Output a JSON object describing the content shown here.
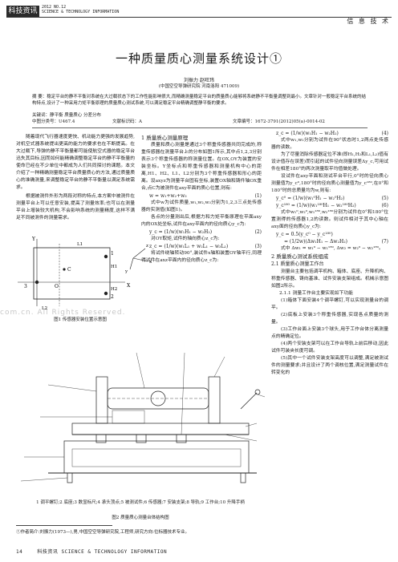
{
  "header": {
    "journal_box": "科技资讯",
    "issue_line1": "2012 NO.12",
    "issue_line2": "SCIENCE & TECHNOLOGY INFORMATION",
    "section": "信 息 技 术"
  },
  "title": "一种质量质心测量系统设计①",
  "authors": "刘振力  赵旺玮",
  "affiliation": "(中国空空导弹研究院  河南洛阳  471009)",
  "abstract": "摘  要：稳定平台的静不平衡对系统在大过载状态下的工作性能影响很大,而精确测量稳定平台的质量质心能够将系统静不平衡量调整到最小。文章针对一般稳定平台系统的结构特点,设计了一种采用力矩平衡原理的质量质心测试系统,可以满足稳定平台精确调整静平衡的要求。",
  "keywords": "关键词：静平衡  质量质心  分差分布",
  "classification": "中图分类号：U467.4",
  "doc_code": "文献标识码：A",
  "article_no": "文章编号：1672-3791(2012)05(a)-0014-02",
  "left_col": {
    "para1": "随着现代飞行器速度更快、机动能力更强的发展趋势,对机空式器系统提出更高的能力的要求也在不断提高。在大过载下,导弹的静不平衡量都可能使航空式器的稳定平台迅失其目标,因而如何能精确调整稳定平台的静不平衡量的使命已经在不少单位中都成为人们共同探讨的课题。本文介绍了一种精确测量稳定平台质量质心的方法,通过质量质心的准确测量,来调整稳定平台的静不平衡量以满足系统需求。",
    "para2": "根据被测件外形为两段对称的特点,本方案中被测件在测量平台上可以任意安装,提高了测量效率;也可以在测量平台上增装较大机构,不会影响系统的测量精度,这样不满足不同被测件的测量需求。"
  },
  "fig1": {
    "caption": "图1    传感器安装位置示意图",
    "labels": {
      "Y": "Y",
      "X": "X",
      "n1": "1",
      "n2": "2",
      "n3": "3",
      "O": "O",
      "C": "C",
      "H1": "H1",
      "H2": "H2",
      "L1": "L1",
      "L2": "L2",
      "z": "z",
      "x": "x",
      "y": "y"
    }
  },
  "watermark": "com.cn. All Rights Reserved.",
  "mid_col": {
    "sec1": "1  质量质心测量原理",
    "p1": "质量和质心测量是通过3个称重传感器共同完成的,称重传感器在测量平台上的分布如图1所示,其中点1,2,3分别表示3个称重传感器的称测量位置。在OX,OY为装置的安装坐标。Y坐标点和称重传感器和测量机构中心的距离,H1、H2、L1、L2分别为3个称重传感器和形心的距离。设axyz为测量平台固有坐标,装置OX轴和铸件轴OX重合,点C为被测件在axy平面的质心位置,则有:",
    "eq1": "w = w₁+w₂+w₃",
    "eq1_no": "(1)",
    "p2": "式中w为试件质量,w₁,w₂,w₃分别为1,2,3三点处传感器的实测值(如图1)。",
    "p3": "各点的分量测出后,根据力和力矩平衡原理在平面axy内的OX处坐标,试件在axy平面内的径向质心y_c为:",
    "eq2": "y_c = (1/w)(w₁H₁ − w₂H₂)",
    "eq2_no": "(2)",
    "p4": "对OY取矩,试件的轴向质心z_c为:",
    "eq3": "z_c = (1/w)(w₁L₁ + w₂L₁ − w₃L₂)",
    "eq3_no": "(3)",
    "p5": "将试件绕轴转动90°,装试件x轴和装置OY轴平行,同理得试件在axz平面内的径向质心z_c为:"
  },
  "fig2": {
    "caption": "图2    质量质心测量台体结构图",
    "parts": "1 调平螺钉;2 底座;3 数显标尺;4 承头顶点;5 被测试件;6 传感器;7 安装支架;8 导轨;9 工作台;10 升降手柄"
  },
  "right_col": {
    "eq4": "z_c = (1/w)(w₁H₁ − w₂H₂)",
    "eq4_no": "(4)",
    "p1": "式中w₁,w₂分别为试件在90°状态时1,2两点处传感器的读数。",
    "p2": "为了尽量消除传感器定位不准(即H₁,H₂和L₁,L₂)值有设计值存在误差)而引起的试件径向测量误差Δy_c,可用试件在相差180°的两次测量取平均值做处理。",
    "p3": "设试件在axy平面和测试平台平行,0°时的径向质心测量值为y_c⁰,180°时的径向质心测量值为y_c¹⁸⁰,在0°和180°时的总质量均为w,则有:",
    "eq5": "y_c⁰ = (1/w)(w₁⁰H₁ − w₂⁰H₂)",
    "eq5_no": "(5)",
    "eq6": "y_c¹⁸⁰ = (1/w)(w₁¹⁸⁰H₁ − w₂¹⁸⁰H₂)",
    "eq6_no": "(6)",
    "p4": "式中w₁⁰,w₂⁰,w₁¹⁸⁰,w₂¹⁸⁰分别为试件在0°和180°位置测得的传感器1,2的读数。则试件相对于其中心轴在axy面的径向质心y_c为:",
    "eq7a": "y_c = 0.5(y_c⁰ − y_c¹⁸⁰)",
    "eq7b": "= (1/2w)(Δw₁H₁ − Δw₂H₂)",
    "eq7_no": "(7)",
    "p5": "式中 Δw₁ = w₁⁰ − w₁¹⁸⁰, Δw₂ = w₂⁰ − w₂¹⁸⁰。",
    "sec2": "2  质量质心测试系统组成",
    "sec21": "2.1 质量质心测量工作台",
    "p6": "测量台主要包括调平机构、箱体、底座、升降机构、称重传感器、铸向基准、试件安装支架组成。机械示意图如图2所示。",
    "sec211": "2.1.1 测量工作台主要实现如下功能",
    "l1": "(1)箱体下面安装4个调平螺钉,可以实现测量台的调平。",
    "l2": "(2)底板上安装3个称重传感器,实现各点质量的测量。",
    "l3": "(3)工作台面上安装3个球头,用于工作台体分离测量点的精确定位。",
    "l4": "(4)两个安装支架可以在工作台导轨上前后移动,因此试件可装夹长度可调。",
    "l5": "(5)其中一个试件安装支架高度可以调整,满足被测试件的测量要求;并且设计了两个调核位置,满足测量试件在转变化的"
  },
  "footnote": "①作者简介:刘振力(1973—),男,中国空空导弹研究院,工程师,研究方向:位标器技术专业。",
  "footer": {
    "page": "14",
    "text": "科技资讯  SCIENCE & TECHNOLOGY INFORMATION"
  }
}
